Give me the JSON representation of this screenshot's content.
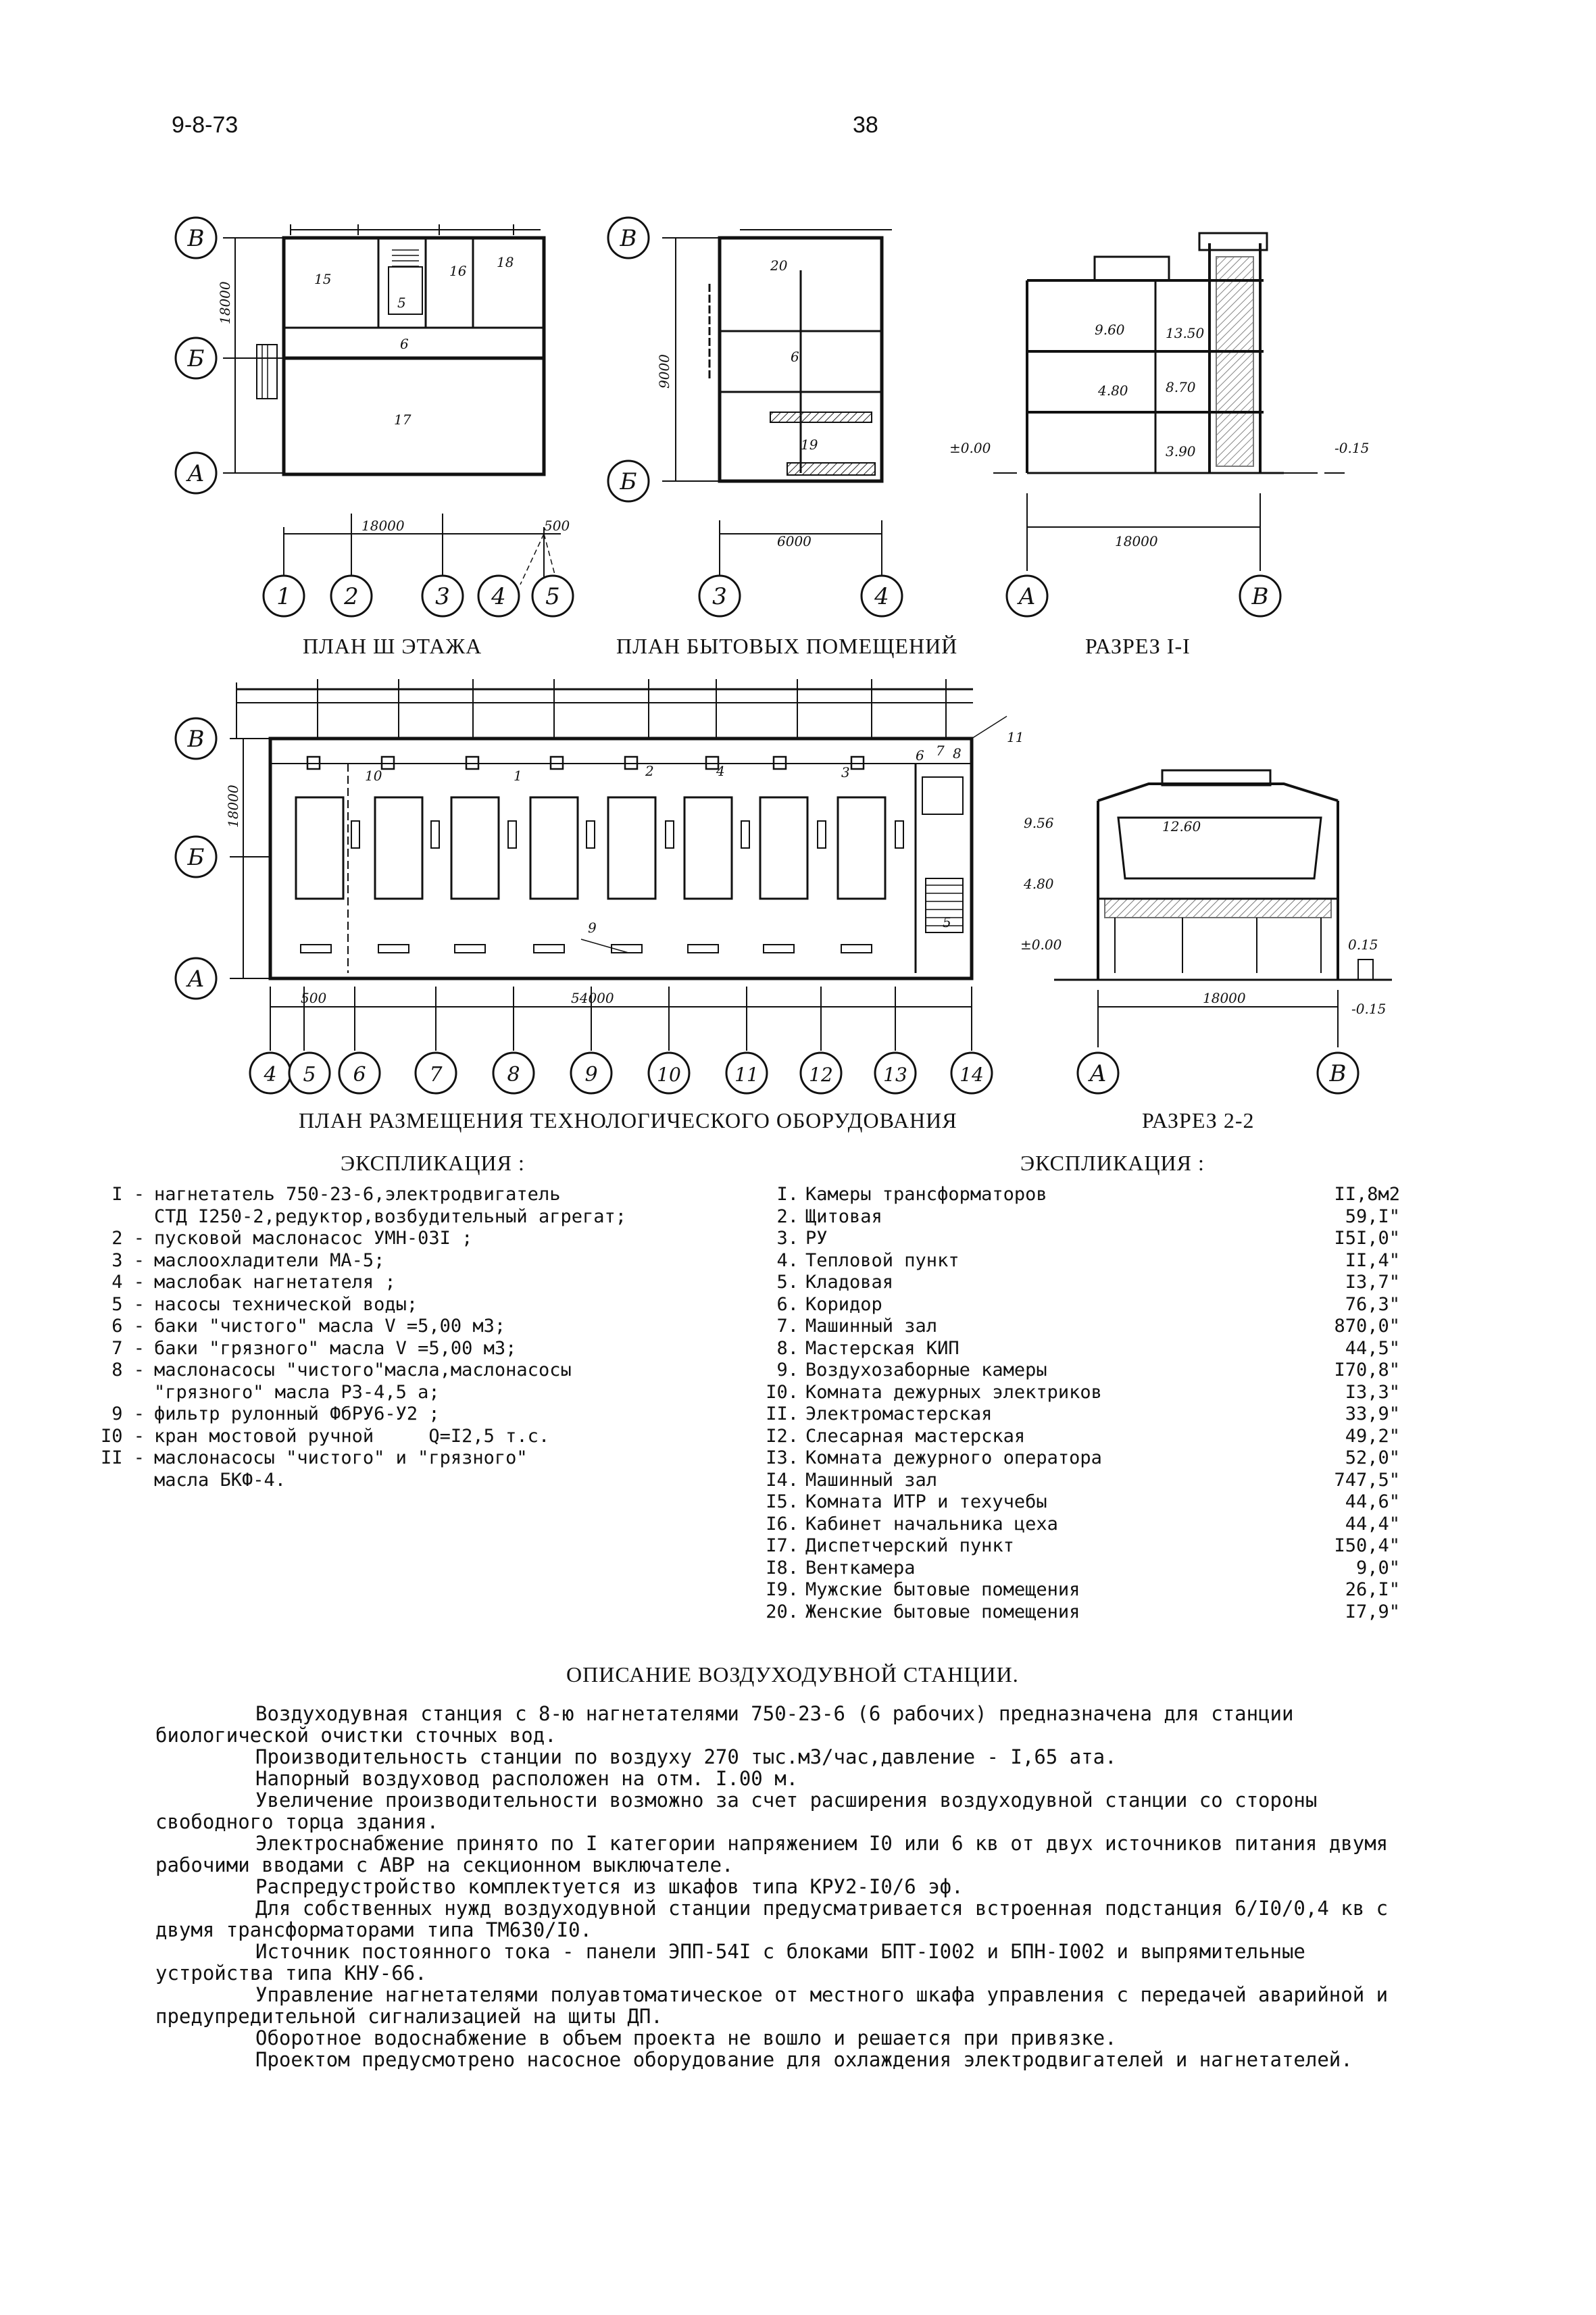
{
  "header": {
    "code": "9-8-73",
    "page": "38"
  },
  "captions": {
    "plan3": "ПЛАН Ш ЭТАЖА",
    "plan_bytovye": "ПЛАН БЫТОВЫХ ПОМЕЩЕНИЙ",
    "section1": "РАЗРЕЗ I-I",
    "plan_equipment": "ПЛАН РАЗМЕЩЕНИЯ ТЕХНОЛОГИЧЕСКОГО ОБОРУДОВАНИЯ",
    "section2": "РАЗРЕЗ 2-2"
  },
  "drawings": {
    "plan3": {
      "axes_rows": [
        "В",
        "Б",
        "А"
      ],
      "axes_cols": [
        "1",
        "2",
        "3",
        "4",
        "5"
      ],
      "dims": [
        "18000",
        "18000",
        "500"
      ],
      "rooms": [
        "15",
        "16",
        "18",
        "5",
        "6",
        "17"
      ]
    },
    "plan_bytovye": {
      "axes_rows": [
        "В",
        "Б"
      ],
      "axes_cols": [
        "3",
        "4"
      ],
      "dims": [
        "9000",
        "6000"
      ],
      "rooms": [
        "20",
        "6",
        "19"
      ]
    },
    "section1": {
      "axes": [
        "А",
        "В"
      ],
      "levels": [
        "9.60",
        "13.50",
        "4.80",
        "8.70",
        "±0.00",
        "3.90",
        "-0.15"
      ],
      "dims": [
        "18000"
      ]
    },
    "plan_equipment": {
      "axes_rows": [
        "В",
        "Б",
        "А"
      ],
      "axes_cols": [
        "4",
        "5",
        "6",
        "7",
        "8",
        "9",
        "10",
        "11",
        "12",
        "13",
        "14"
      ],
      "dims": [
        "18000",
        "500",
        "54000"
      ],
      "callouts": [
        "10",
        "1",
        "2",
        "4",
        "3",
        "6",
        "7",
        "8",
        "11",
        "5",
        "9"
      ]
    },
    "section2": {
      "axes": [
        "А",
        "В"
      ],
      "levels": [
        "9.56",
        "12.60",
        "4.80",
        "±0.00",
        "0.15",
        "-0.15"
      ],
      "dims": [
        "18000"
      ]
    }
  },
  "equipment": {
    "title": "ЭКСПЛИКАЦИЯ :",
    "items": [
      {
        "num": "I -",
        "text": [
          "нагнетатель 750-23-6,электродвигатель",
          "СТД I250-2,редуктор,возбудительный агрегат;"
        ]
      },
      {
        "num": "2 -",
        "text": [
          "пусковой маслонасос УМН-03I ;"
        ]
      },
      {
        "num": "3 -",
        "text": [
          "маслоохладители МА-5;"
        ]
      },
      {
        "num": "4 -",
        "text": [
          "маслобак нагнетателя ;"
        ]
      },
      {
        "num": "5 -",
        "text": [
          "насосы технической воды;"
        ]
      },
      {
        "num": "6 -",
        "text": [
          "баки \"чистого\" масла V =5,00 м3;"
        ]
      },
      {
        "num": "7 -",
        "text": [
          "баки \"грязного\" масла V =5,00 м3;"
        ]
      },
      {
        "num": "8 -",
        "text": [
          "маслонасосы \"чистого\"масла,маслонасосы",
          "\"грязного\" масла РЗ-4,5 а;"
        ]
      },
      {
        "num": "9 -",
        "text": [
          "фильтр рулонный ФбРУ6-У2 ;"
        ]
      },
      {
        "num": "I0 -",
        "text": [
          "кран мостовой ручной     Q=I2,5 т.с."
        ]
      },
      {
        "num": "II -",
        "text": [
          "маслонасосы \"чистого\" и \"грязного\"",
          "масла БКФ-4."
        ]
      }
    ]
  },
  "rooms": {
    "title": "ЭКСПЛИКАЦИЯ :",
    "items": [
      {
        "num": "I.",
        "name": "Камеры трансформаторов",
        "area": "II,8м2"
      },
      {
        "num": "2.",
        "name": "Щитовая",
        "area": "59,I\""
      },
      {
        "num": "3.",
        "name": "РУ",
        "area": "I5I,0\""
      },
      {
        "num": "4.",
        "name": "Тепловой пункт",
        "area": "II,4\""
      },
      {
        "num": "5.",
        "name": "Кладовая",
        "area": "I3,7\""
      },
      {
        "num": "6.",
        "name": "Коридор",
        "area": "76,3\""
      },
      {
        "num": "7.",
        "name": "Машинный зал",
        "area": "870,0\""
      },
      {
        "num": "8.",
        "name": "Мастерская КИП",
        "area": "44,5\""
      },
      {
        "num": "9.",
        "name": "Воздухозаборные камеры",
        "area": "I70,8\""
      },
      {
        "num": "I0.",
        "name": "Комната дежурных электриков",
        "area": "I3,3\""
      },
      {
        "num": "II.",
        "name": "Электромастерская",
        "area": "33,9\""
      },
      {
        "num": "I2.",
        "name": "Слесарная мастерская",
        "area": "49,2\""
      },
      {
        "num": "I3.",
        "name": "Комната дежурного оператора",
        "area": "52,0\""
      },
      {
        "num": "I4.",
        "name": "Машинный зал",
        "area": "747,5\""
      },
      {
        "num": "I5.",
        "name": "Комната ИТР и техучебы",
        "area": "44,6\""
      },
      {
        "num": "I6.",
        "name": "Кабинет начальника цеха",
        "area": "44,4\""
      },
      {
        "num": "I7.",
        "name": "Диспетчерский пункт",
        "area": "I50,4\""
      },
      {
        "num": "I8.",
        "name": "Венткамера",
        "area": "9,0\""
      },
      {
        "num": "I9.",
        "name": "Мужские бытовые помещения",
        "area": "26,I\""
      },
      {
        "num": "20.",
        "name": "Женские бытовые помещения",
        "area": "I7,9\""
      }
    ]
  },
  "description": {
    "title": "ОПИСАНИЕ ВОЗДУХОДУВНОЙ СТАНЦИИ.",
    "paragraphs": [
      "Воздуходувная станция с 8-ю нагнетателями 750-23-6 (6 рабочих) предназначена для станции биологической очистки сточных вод.",
      "Производительность станции по воздуху 270 тыс.м3/час,давление - I,65 ата.",
      "Напорный воздуховод расположен на отм. I.00 м.",
      "Увеличение производительности возможно за счет расширения воздуходувной станции со стороны свободного торца здания.",
      "Электроснабжение принято по I категории напряжением I0 или 6 кв от двух источников питания двумя рабочими вводами с АВР на секционном выключателе.",
      "Распредустройство комплектуется из шкафов типа КРУ2-I0/6 эф.",
      "Для собственных нужд воздуходувной станции предусматривается встроенная подстанция 6/I0/0,4 кв с двумя трансформаторами типа ТМ630/I0.",
      "Источник постоянного тока - панели ЭПП-54I с блоками БПТ-I002 и БПН-I002 и выпрямительные устройства типа КНУ-66.",
      "Управление нагнетателями полуавтоматическое от местного шкафа управления с передачей аварийной и предупредительной сигнализацией на щиты ДП.",
      "Оборотное водоснабжение в объем проекта не вошло и решается при привязке.",
      "Проектом предусмотрено насосное оборудование для охлаждения электродвигателей и нагнетателей."
    ]
  }
}
